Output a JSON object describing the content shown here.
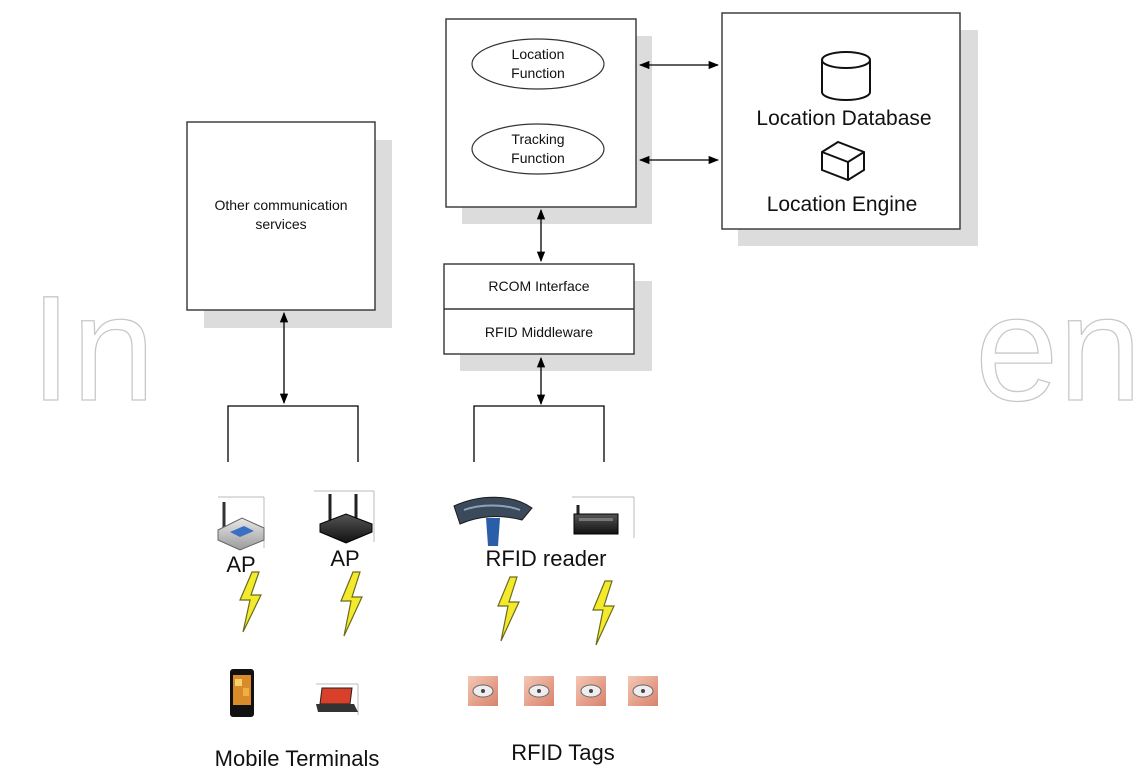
{
  "watermark": {
    "left": "In",
    "right": "en"
  },
  "nodes": {
    "other_services": {
      "line1": "Other communication",
      "line2": "services"
    },
    "location_function": {
      "line1": "Location",
      "line2": "Function"
    },
    "tracking_function": {
      "line1": "Tracking",
      "line2": "Function"
    },
    "location_database": "Location Database",
    "location_engine": "Location Engine",
    "rcom_interface": "RCOM Interface",
    "rfid_middleware": "RFID Middleware"
  },
  "labels": {
    "ap1": "AP",
    "ap2": "AP",
    "rfid_reader": "RFID reader",
    "mobile_terminals": "Mobile Terminals",
    "rfid_tags": "RFID Tags"
  },
  "icons": [
    "database-icon",
    "engine-box-icon",
    "access-point-icon",
    "router-icon",
    "rfid-reader-icon",
    "lightning-icon",
    "mobile-phone-icon",
    "laptop-icon",
    "rfid-tag-icon"
  ],
  "colors": {
    "box_border": "#333333",
    "shadow": "#d9d9d9",
    "lightning": "#f2ea2a",
    "lightning_stroke": "#6b6a20"
  }
}
